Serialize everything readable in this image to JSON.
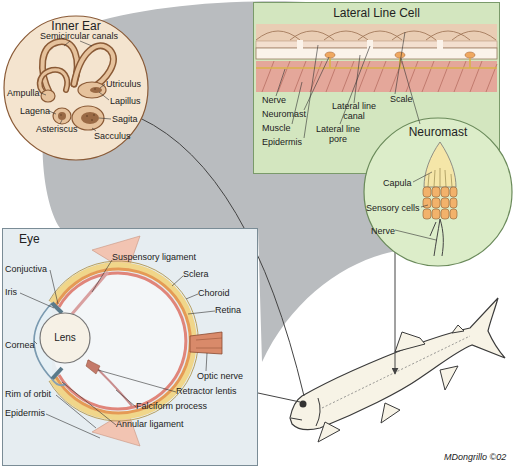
{
  "diagram": {
    "nodes": [
      {
        "text": [
          "Inner Ear"
        ]
      },
      {
        "text": [
          "Lateral Line Cell"
        ]
      },
      {
        "text": [
          "Neuromast"
        ]
      },
      {
        "text": [
          "Eye"
        ]
      },
      {
        "text": [
          "Lens"
        ],
        "in": 3
      }
    ],
    "labels": [
      "Semicircular canals",
      "Ampulla",
      "Utriculus",
      "Lapillus",
      "Lagena",
      "Asteriscus",
      "Sagita",
      "Sacculus",
      "Nerve",
      "Neuromast",
      "Muscle",
      "Epidermis",
      "Lateral line canal",
      "Lateral line pore",
      "Scale",
      "Capula",
      "Sensory cells",
      "Nerve",
      "Suspensory ligament",
      "Sclera",
      "Choroid",
      "Retina",
      "Conjuctiva",
      "Iris",
      "Cornea",
      "Optic nerve",
      "Retractor lentis",
      "Rim of orbit",
      "Falciform process",
      "Epidermis",
      "Annular ligament",
      "MDongrillo ©02"
    ]
  }
}
